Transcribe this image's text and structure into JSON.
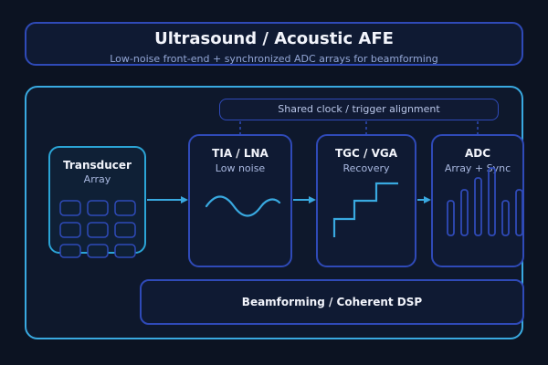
{
  "header": {
    "title": "Ultrasound / Acoustic AFE",
    "subtitle": "Low-noise front-end + synchronized ADC arrays for beamforming"
  },
  "clock": {
    "label": "Shared clock / trigger alignment"
  },
  "transducer": {
    "title": "Transducer",
    "subtitle": "Array"
  },
  "tia": {
    "title": "TIA / LNA",
    "subtitle": "Low noise"
  },
  "tgc": {
    "title": "TGC / VGA",
    "subtitle": "Recovery"
  },
  "adc": {
    "title": "ADC",
    "subtitle": "Array + Sync"
  },
  "beamforming": {
    "label": "Beamforming / Coherent DSP"
  },
  "colors": {
    "accent": "#39a9e0",
    "stage_border": "#2f4ab8",
    "background": "#0c1322"
  }
}
